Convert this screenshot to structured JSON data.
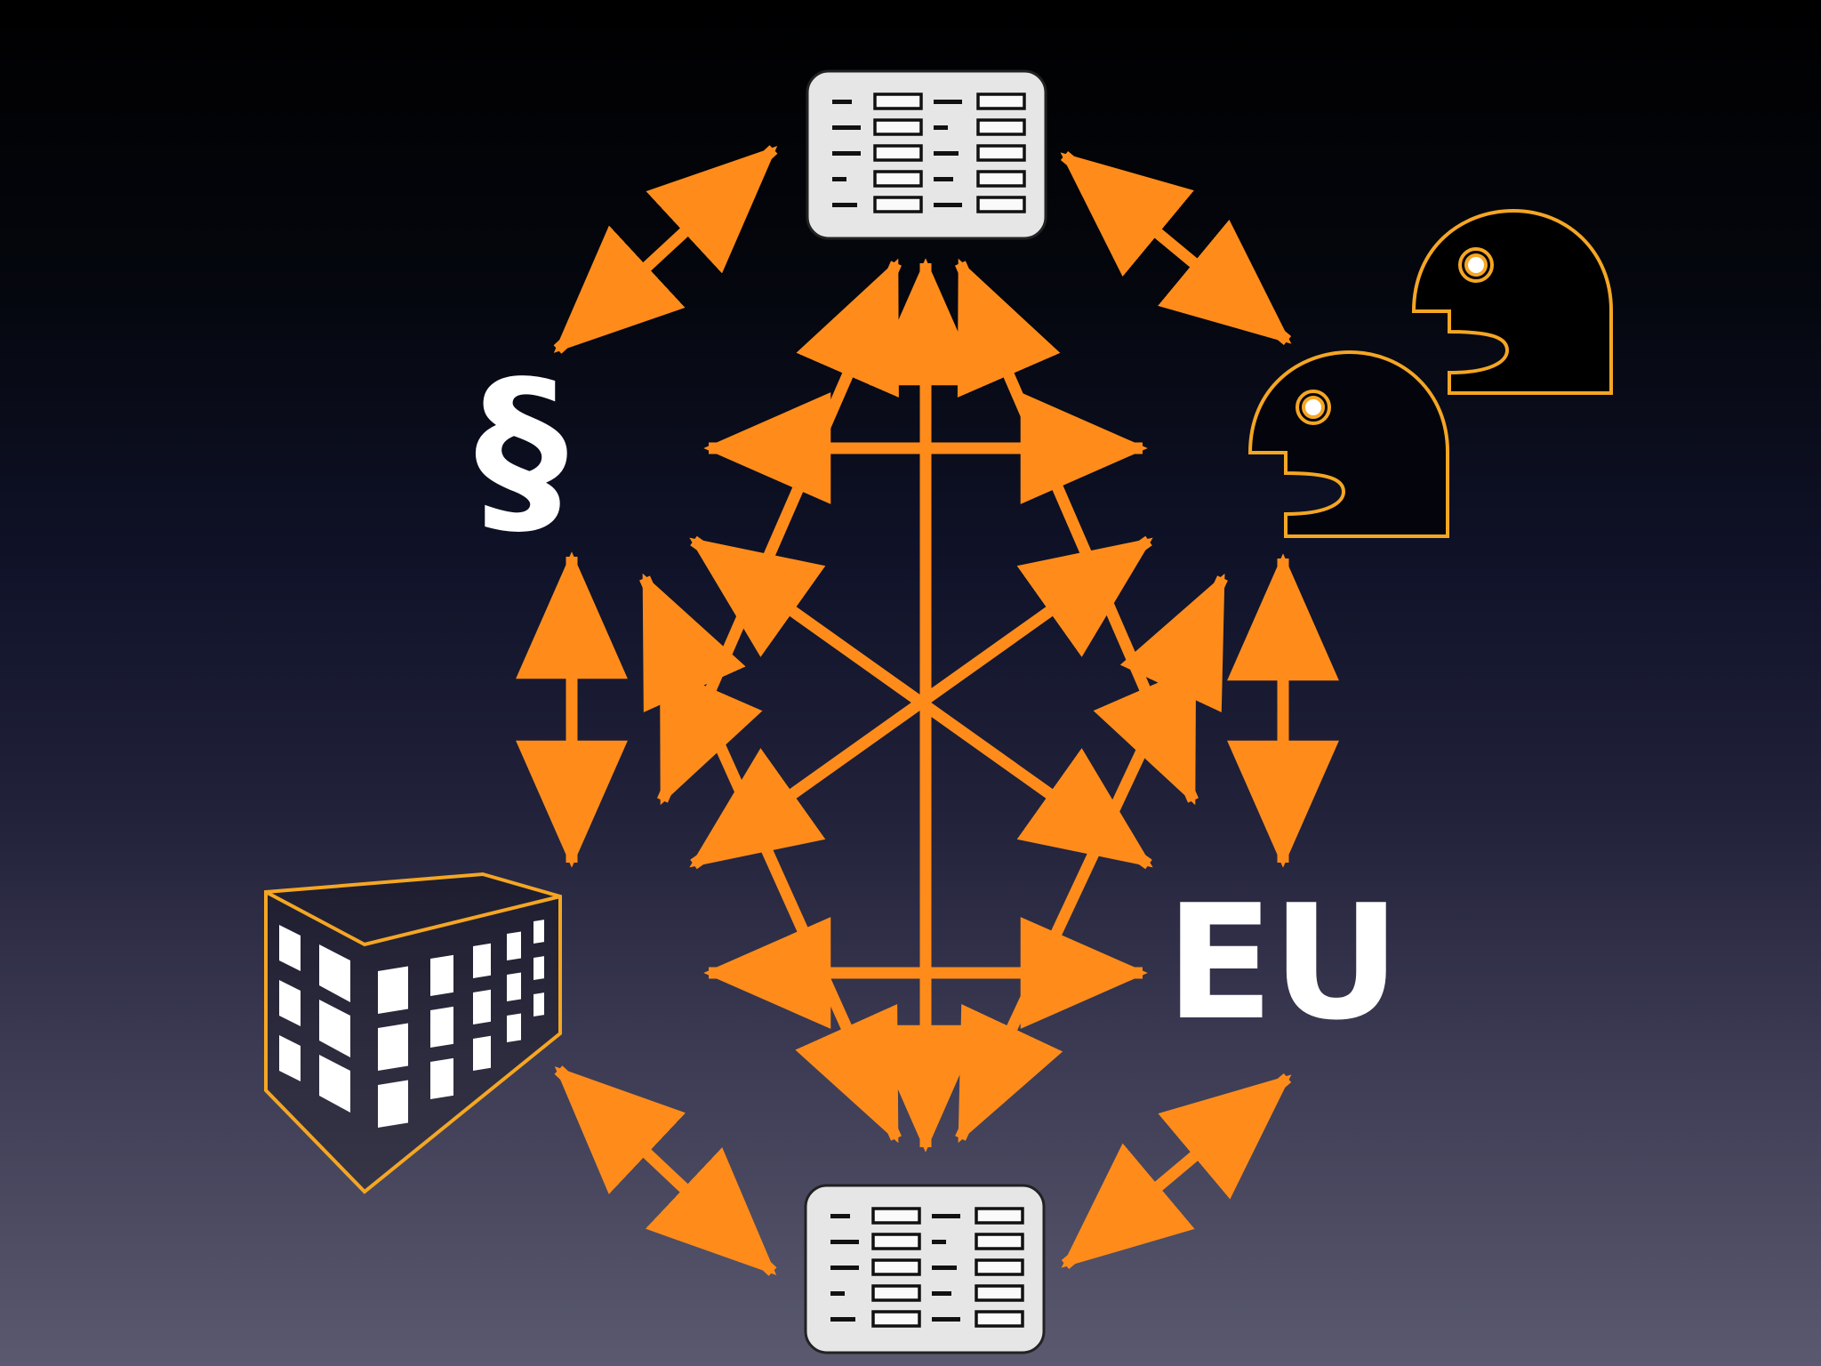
{
  "diagram": {
    "nodes": {
      "top_table": {
        "icon": "table-icon",
        "rows": 5
      },
      "bottom_table": {
        "icon": "table-icon",
        "rows": 5
      },
      "law": {
        "label": "§"
      },
      "people": {
        "icon": "speaking-heads-icon",
        "count": 2
      },
      "building": {
        "icon": "office-building-icon"
      },
      "eu": {
        "label": "EU"
      }
    },
    "colors": {
      "arrow": "#ff8c1a",
      "icon_outline": "#f5a623",
      "table_fill": "#e6e6e6",
      "text": "#ffffff"
    }
  }
}
